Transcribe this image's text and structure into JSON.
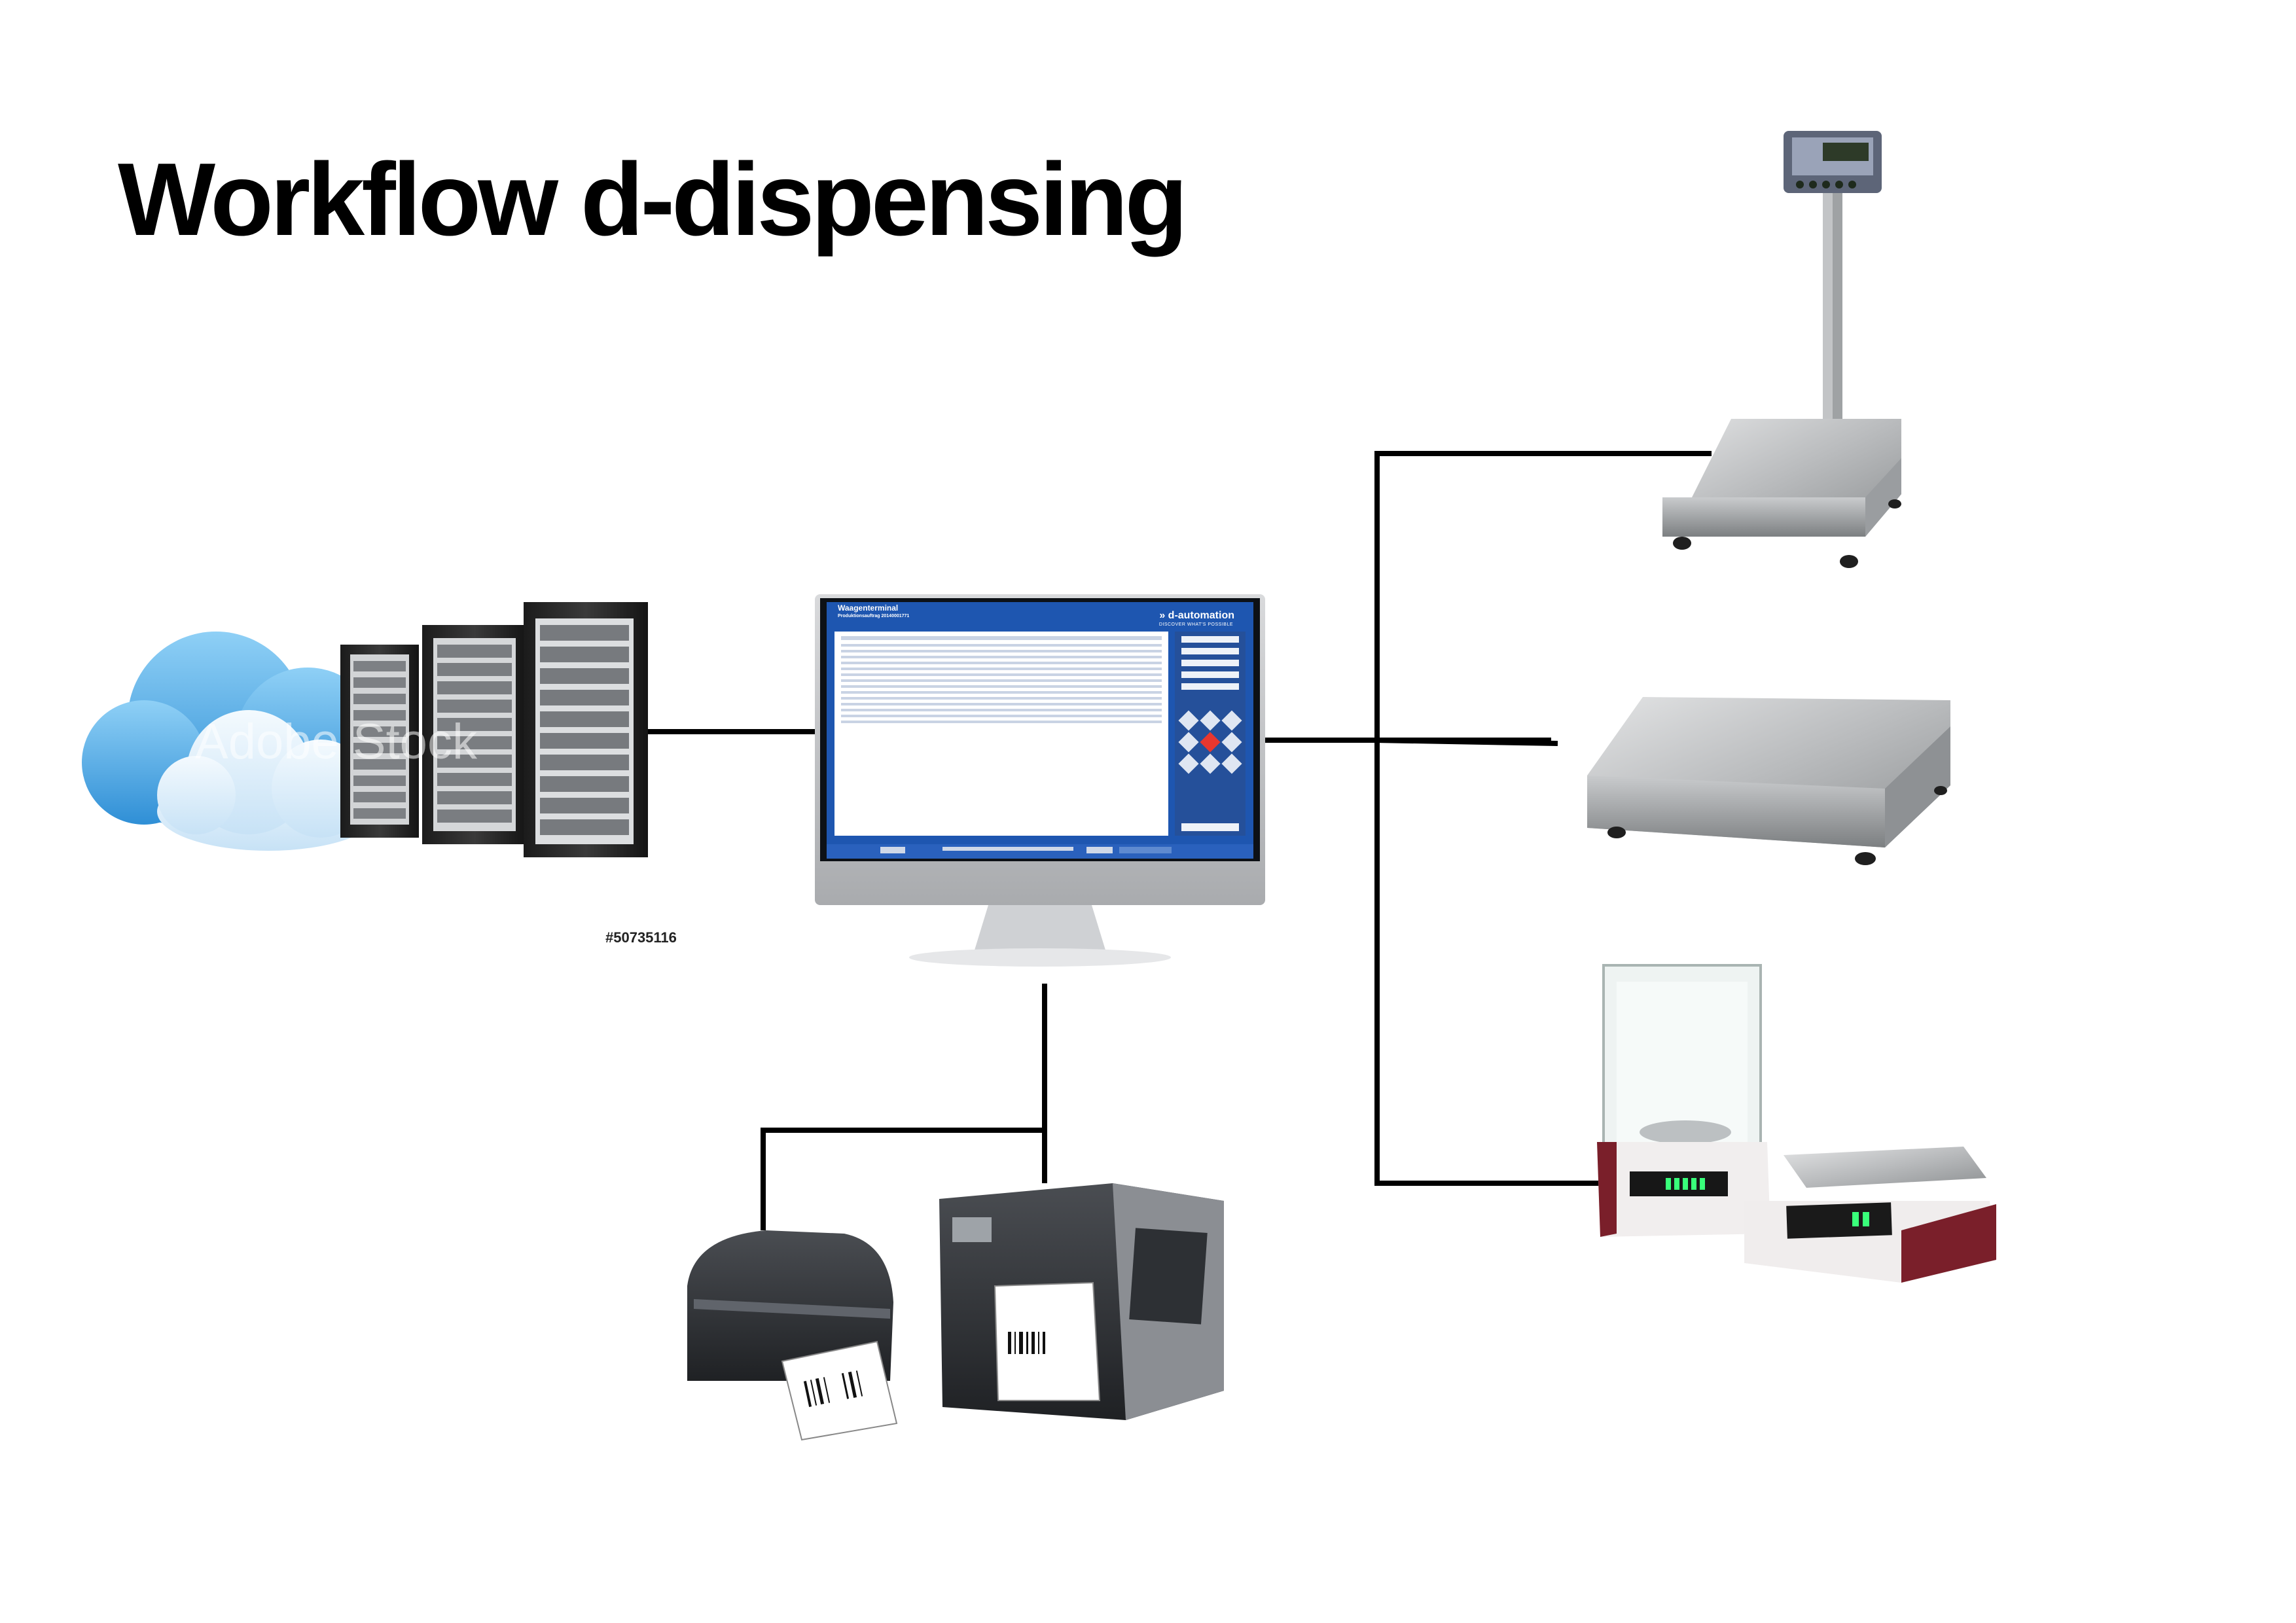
{
  "title": "Workflow d-dispensing",
  "stock": {
    "id": "#50735116",
    "watermark": "Adobe Stock"
  },
  "monitor": {
    "app_title": "Waagenterminal",
    "app_subtitle": "Produktionsauftrag 20140001771",
    "brand": "» d-automation",
    "tagline": "DISCOVER WHAT'S POSSIBLE"
  },
  "colors": {
    "line": "#000000",
    "screen_blue": "#1e56b0",
    "cloud": "#5fb2ea",
    "steel": "#b4b6b8"
  },
  "nodes": [
    "cloud-servers",
    "workstation-monitor",
    "label-printers",
    "floor-scale",
    "bench-scale",
    "laboratory-balances"
  ]
}
